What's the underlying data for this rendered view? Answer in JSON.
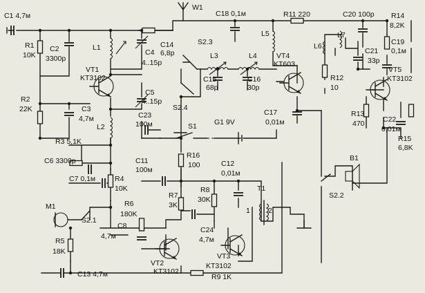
{
  "labels": {
    "C1": "C1 4,7м",
    "R1": "R1",
    "R1v": "10K",
    "C2": "C2",
    "C2v": "3300p",
    "L1": "L1",
    "VT1": "VT1",
    "VT1v": "KT3102",
    "C4": "C4",
    "C4v": "4..15p",
    "C5": "C5",
    "C5v": "4..15p",
    "R2": "R2",
    "R2v": "22K",
    "C3": "C3",
    "C3v": "4,7м",
    "L2": "L2",
    "R3": "R3 5,1K",
    "C6": "C6 3300p",
    "C7": "C7 0,1м",
    "R4": "R4",
    "R4v": "10K",
    "M1": "M1",
    "S21": "S2.1",
    "R5": "R5",
    "R5v": "18K",
    "C8": "C8",
    "C8v": "4,7м",
    "R6": "R6",
    "R6v": "180K",
    "C13": "C13 4,7м",
    "VT2": "VT2",
    "VT2v": "KT3102",
    "R9": "R9 1K",
    "W1": "W1",
    "C14": "C14",
    "C14v": "6,8p",
    "S23": "S2.3",
    "C18": "C18 0,1м",
    "L3": "L3",
    "L4": "L4",
    "C15": "C15",
    "C15v": "68p",
    "C16": "C16",
    "C16v": "30p",
    "S24": "S2.4",
    "C23": "C23",
    "C23v": "100м",
    "S1": "S1",
    "G1": "G1 9V",
    "R16": "R16",
    "R16v": "100",
    "C11": "C11",
    "C11v": "100м",
    "C12": "C12",
    "C12v": "0,01м",
    "R7": "R7",
    "R7v": "3K",
    "R8": "R8",
    "R8v": "30K",
    "T1": "T1",
    "T1p1": "1",
    "T1p2": "2",
    "C24": "C24",
    "C24v": "4,7м",
    "VT3": "VT3",
    "VT3v": "KT3102",
    "R11": "R11 220",
    "L5": "L5",
    "VT4": "VT4",
    "VT4v": "KT603",
    "C17": "C17",
    "C17v": "0,01м",
    "C20": "C20 100p",
    "L6": "L6",
    "L7": "L7",
    "R12": "R12",
    "R12v": "10",
    "C21": "C21",
    "C21v": "33p",
    "R14": "R14",
    "R14v": "8,2K",
    "C19": "C19",
    "C19v": "0,1м",
    "VT5": "VT5",
    "VT5v": "KT3102",
    "R13": "R13",
    "R13v": "470",
    "C22": "C22",
    "C22v": "0,01м",
    "R15": "R15",
    "R15v": "6,8K",
    "B1": "B1",
    "S22": "S2.2"
  },
  "colors": {
    "ink": "#1a1a1a",
    "paper": "#ece9e0"
  }
}
